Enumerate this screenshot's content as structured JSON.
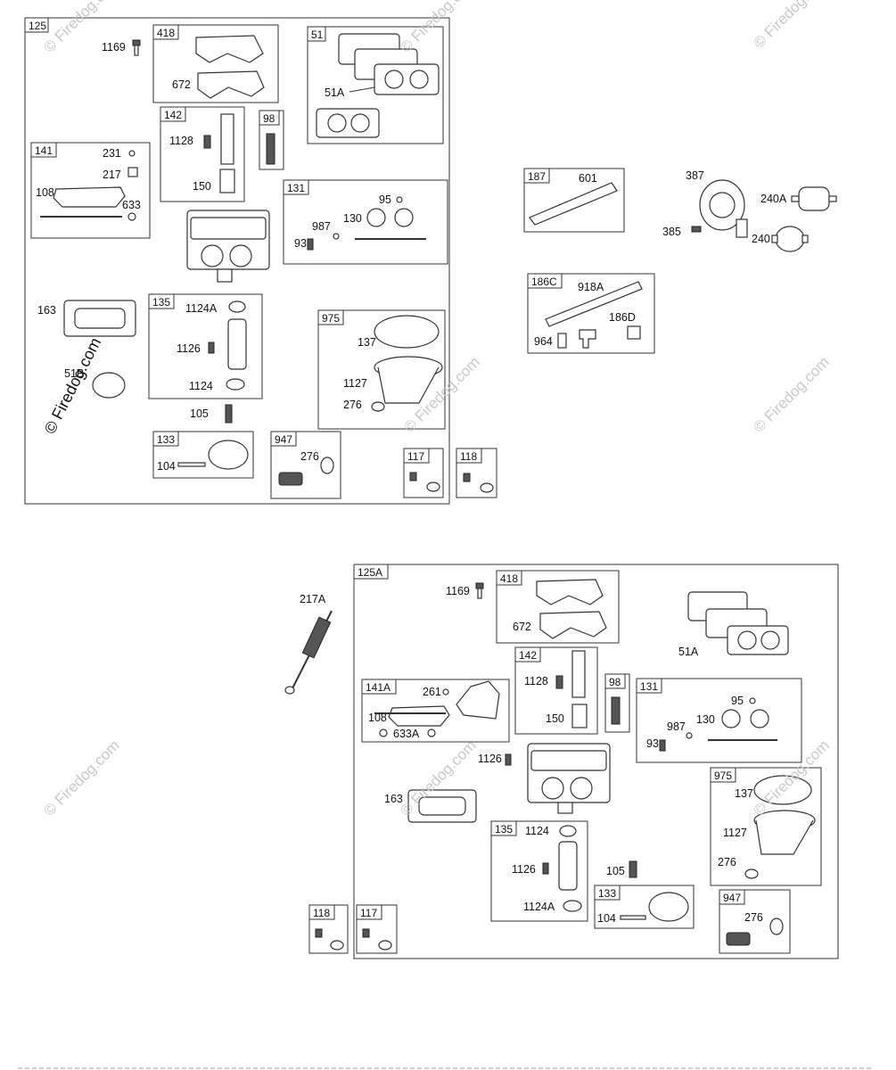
{
  "watermark": "© Firedog.com",
  "groups": [
    {
      "id": "g125",
      "tag": "125",
      "labels": [
        "1169"
      ]
    },
    {
      "id": "g418",
      "tag": "418",
      "labels": [
        "672"
      ]
    },
    {
      "id": "g51",
      "tag": "51",
      "labels": [
        "51A"
      ]
    },
    {
      "id": "g142",
      "tag": "142",
      "labels": [
        "1128",
        "150"
      ]
    },
    {
      "id": "g98",
      "tag": "98",
      "labels": []
    },
    {
      "id": "g141",
      "tag": "141",
      "labels": [
        "231",
        "217",
        "108",
        "633"
      ]
    },
    {
      "id": "g131",
      "tag": "131",
      "labels": [
        "95",
        "987",
        "130",
        "93"
      ]
    },
    {
      "id": "gloose1",
      "tag": "",
      "labels": [
        "163",
        "51B",
        "105"
      ]
    },
    {
      "id": "g135",
      "tag": "135",
      "labels": [
        "1124A",
        "1126",
        "1124"
      ]
    },
    {
      "id": "g975",
      "tag": "975",
      "labels": [
        "137",
        "1127",
        "276"
      ]
    },
    {
      "id": "g133",
      "tag": "133",
      "labels": [
        "104"
      ]
    },
    {
      "id": "g947",
      "tag": "947",
      "labels": [
        "276"
      ]
    },
    {
      "id": "g117",
      "tag": "117",
      "labels": []
    },
    {
      "id": "g118",
      "tag": "118",
      "labels": []
    },
    {
      "id": "g187",
      "tag": "187",
      "labels": [
        "601"
      ]
    },
    {
      "id": "gpump",
      "tag": "",
      "labels": [
        "387",
        "240A",
        "385",
        "240"
      ]
    },
    {
      "id": "g186C",
      "tag": "186C",
      "labels": [
        "918A",
        "186D",
        "964"
      ]
    },
    {
      "id": "g217A",
      "tag": "",
      "labels": [
        "217A"
      ]
    },
    {
      "id": "g125A",
      "tag": "125A",
      "labels": [
        "1169"
      ]
    },
    {
      "id": "g418b",
      "tag": "418",
      "labels": [
        "672"
      ]
    },
    {
      "id": "g51b",
      "tag": "",
      "labels": [
        "51A"
      ]
    },
    {
      "id": "g141A",
      "tag": "141A",
      "labels": [
        "261",
        "108",
        "633A"
      ]
    },
    {
      "id": "g142b",
      "tag": "142",
      "labels": [
        "1128",
        "150"
      ]
    },
    {
      "id": "g98b",
      "tag": "98",
      "labels": []
    },
    {
      "id": "g131b",
      "tag": "131",
      "labels": [
        "95",
        "987",
        "130",
        "93"
      ]
    },
    {
      "id": "gloose2",
      "tag": "",
      "labels": [
        "1126",
        "163",
        "105"
      ]
    },
    {
      "id": "g975b",
      "tag": "975",
      "labels": [
        "137",
        "1127",
        "276"
      ]
    },
    {
      "id": "g135b",
      "tag": "135",
      "labels": [
        "1124",
        "1126",
        "1124A"
      ]
    },
    {
      "id": "g133b",
      "tag": "133",
      "labels": [
        "104"
      ]
    },
    {
      "id": "g947b",
      "tag": "947",
      "labels": [
        "276"
      ]
    },
    {
      "id": "g118b",
      "tag": "118",
      "labels": []
    },
    {
      "id": "g117b",
      "tag": "117",
      "labels": []
    }
  ]
}
